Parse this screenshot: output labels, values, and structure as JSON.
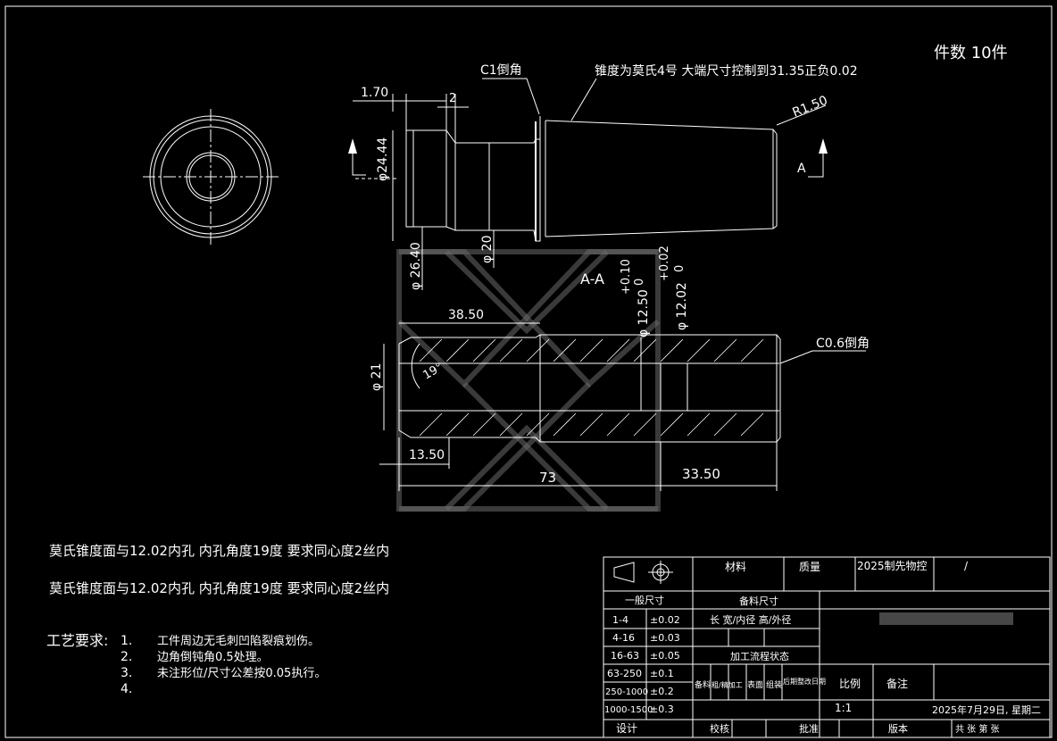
{
  "header": {
    "piece_count": "件数 10件"
  },
  "front_view": {
    "chamfer_c1": "C1倒角",
    "taper_note": "锥度为莫氏4号 大端尺寸控制到31.35正负0.02",
    "dim_170": "1.70",
    "dim_2": "2",
    "dim_r150": "R1.50",
    "dim_d2444": "φ24.44",
    "dim_d2640": "φ 26.40",
    "dim_d20": "φ 20",
    "section_mark": "A"
  },
  "section_view": {
    "title": "A-A",
    "dim_3850": "38.50",
    "tol_010": "+0.10",
    "tol_0a": "0",
    "dim_d1250": "φ 12.50",
    "tol_002": "+0.02",
    "tol_0b": "0",
    "dim_d1202": "φ 12.02",
    "chamfer_c06": "C0.6倒角",
    "dim_d21": "φ 21",
    "angle_19": "19°",
    "dim_1350": "13.50",
    "dim_73": "73",
    "dim_3350": "33.50"
  },
  "notes": {
    "line1": "莫氏锥度面与12.02内孔  内孔角度19度  要求同心度2丝内",
    "line2": "莫氏锥度面与12.02内孔  内孔角度19度  要求同心度2丝内",
    "process_label": "工艺要求:",
    "items": [
      {
        "num": "1.",
        "text": "工件周边无毛刺凹陷裂痕划伤。"
      },
      {
        "num": "2.",
        "text": "边角倒钝角0.5处理。"
      },
      {
        "num": "3.",
        "text": "未注形位/尺寸公差按0.05执行。"
      },
      {
        "num": "4.",
        "text": ""
      }
    ]
  },
  "title_block": {
    "material_label": "材料",
    "quality_label": "质量",
    "drawing_name": "2025制先物控",
    "slash": "/",
    "general_dims": "一般尺寸",
    "blank_size": "备料尺寸",
    "size_labels": "长    宽/内径  高/外径",
    "process_status": "加工流程状态",
    "tolerances": [
      {
        "range": "1-4",
        "tol": "±0.02"
      },
      {
        "range": "4-16",
        "tol": "±0.03"
      },
      {
        "range": "16-63",
        "tol": "±0.05"
      },
      {
        "range": "63-250",
        "tol": "±0.1"
      },
      {
        "range": "250-1000",
        "tol": "±0.2"
      },
      {
        "range": "1000-1500",
        "tol": "±0.3"
      }
    ],
    "proc_cols": [
      "备料",
      "粗/精加工",
      "表面",
      "组装",
      "后期整改日期"
    ],
    "scale_label": "比例",
    "remark_label": "备注",
    "scale_value": "1:1",
    "date": "2025年7月29日, 星期二",
    "design": "设计",
    "check": "校核",
    "approve": "批准",
    "version": "版本",
    "total_sheets": "共    张    第    张"
  }
}
